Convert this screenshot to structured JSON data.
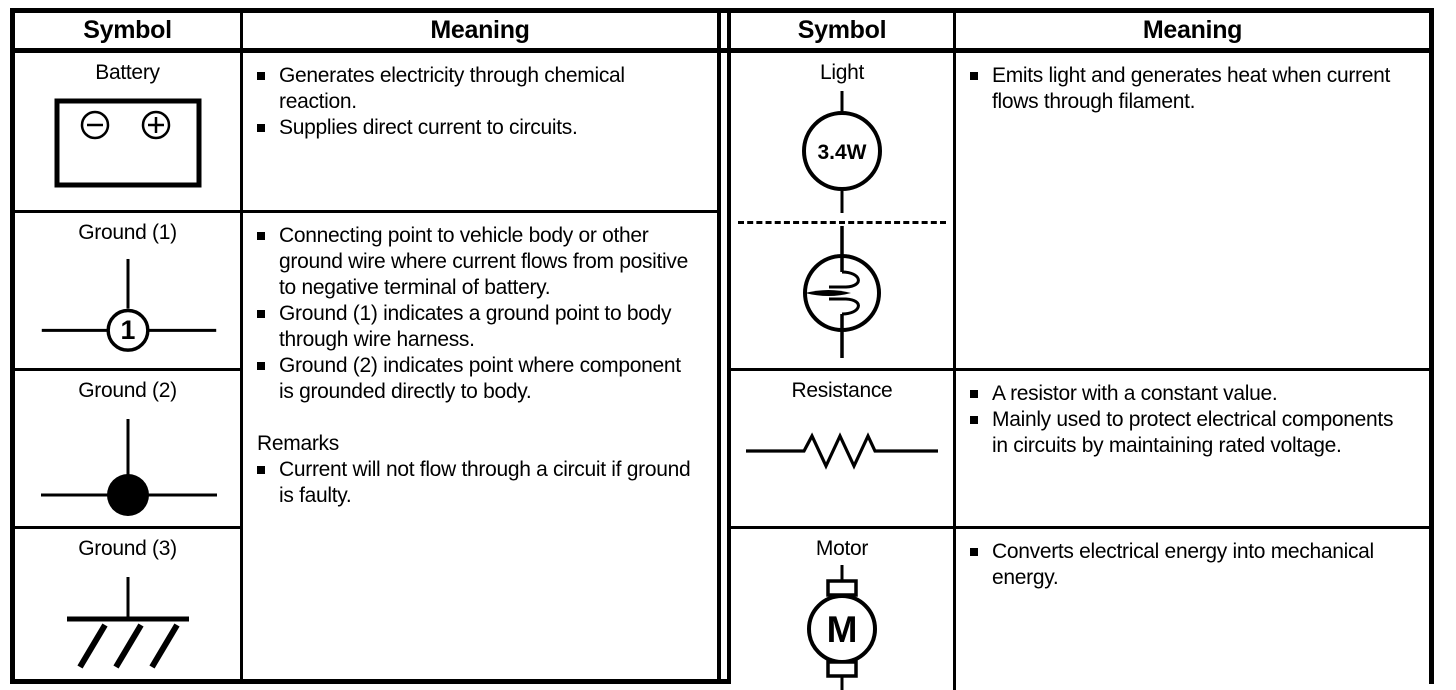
{
  "left_table": {
    "header": {
      "symbol": "Symbol",
      "meaning": "Meaning"
    },
    "battery": {
      "label": "Battery",
      "bullets": [
        "Generates electricity through chemical reaction.",
        "Supplies direct current to circuits."
      ]
    },
    "ground1": {
      "label": "Ground (1)",
      "number": "1"
    },
    "ground2": {
      "label": "Ground (2)"
    },
    "ground3": {
      "label": "Ground (3)"
    },
    "ground_meaning": {
      "bullets": [
        "Connecting point to vehicle body or other ground wire where current flows from positive to negative terminal of battery.",
        "Ground (1) indicates a ground point to body through wire harness.",
        "Ground (2) indicates point where component is grounded directly to body."
      ],
      "remarks_title": "Remarks",
      "remarks_bullets": [
        "Current will not flow through a circuit if ground is faulty."
      ]
    }
  },
  "right_table": {
    "header": {
      "symbol": "Symbol",
      "meaning": "Meaning"
    },
    "light": {
      "label": "Light",
      "wattage": "3.4W",
      "bullets": [
        "Emits light and generates heat when current flows through filament."
      ]
    },
    "resistance": {
      "label": "Resistance",
      "bullets": [
        "A resistor with a constant value.",
        "Mainly used to protect electrical components in circuits by maintaining rated voltage."
      ]
    },
    "motor": {
      "label": "Motor",
      "letter": "M",
      "bullets": [
        "Converts electrical energy into mechanical energy."
      ]
    }
  }
}
